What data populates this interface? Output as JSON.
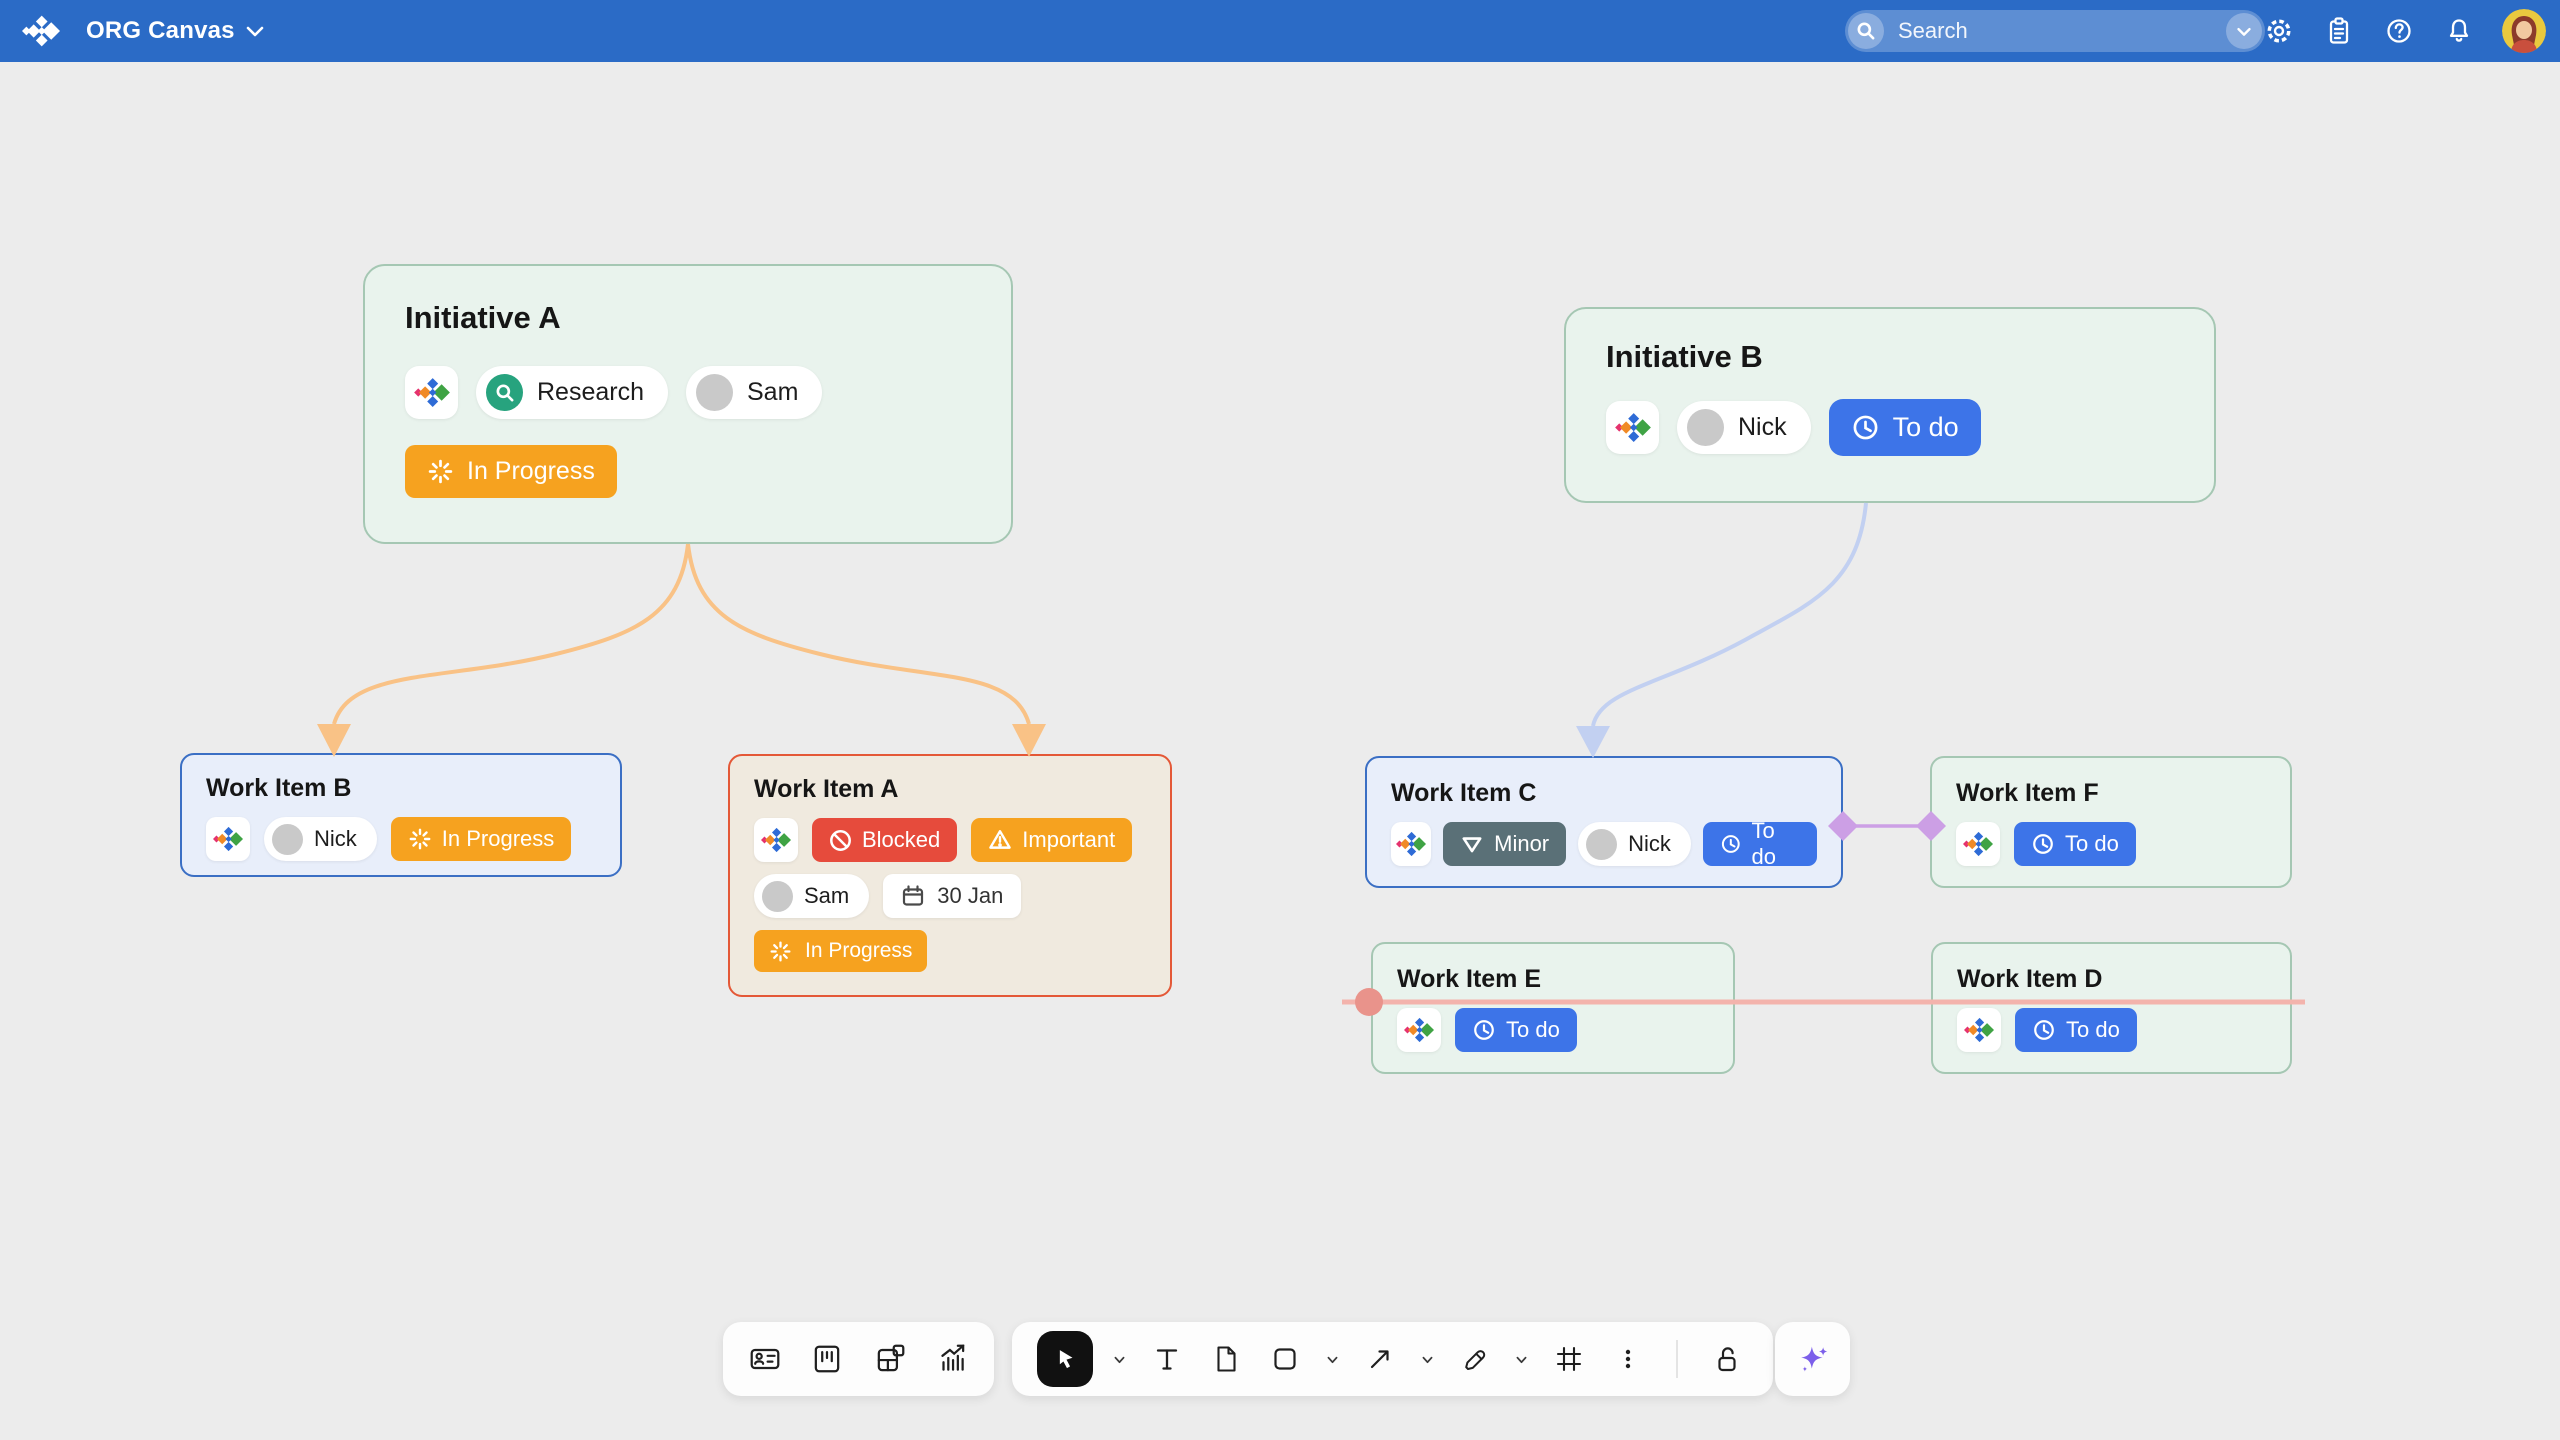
{
  "header": {
    "app_title": "ORG Canvas",
    "search_placeholder": "Search",
    "icon_names": [
      "settings-icon",
      "clipboard-icon",
      "help-icon",
      "notifications-icon",
      "user-avatar"
    ],
    "colors": {
      "bar": "#2B6BC6"
    }
  },
  "cards": {
    "initiative_a": {
      "title": "Initiative A",
      "label": "Research",
      "assignee": "Sam",
      "status": "In Progress"
    },
    "initiative_b": {
      "title": "Initiative B",
      "assignee": "Nick",
      "status": "To do"
    },
    "work_item_b": {
      "title": "Work Item B",
      "assignee": "Nick",
      "status": "In Progress"
    },
    "work_item_a": {
      "title": "Work Item A",
      "blocked": "Blocked",
      "important": "Important",
      "assignee": "Sam",
      "due": "30 Jan",
      "status": "In Progress"
    },
    "work_item_c": {
      "title": "Work Item C",
      "priority": "Minor",
      "assignee": "Nick",
      "status": "To do"
    },
    "work_item_f": {
      "title": "Work Item F",
      "status": "To do"
    },
    "work_item_e": {
      "title": "Work Item E",
      "status": "To do"
    },
    "work_item_d": {
      "title": "Work Item D",
      "status": "To do"
    }
  },
  "connectors": [
    {
      "from": "initiative_a",
      "to": "work_item_b",
      "style": "curved-arrow",
      "color": "#F9C286"
    },
    {
      "from": "initiative_a",
      "to": "work_item_a",
      "style": "curved-arrow",
      "color": "#F9C286"
    },
    {
      "from": "initiative_b",
      "to": "work_item_c",
      "style": "curved-arrow",
      "color": "#C2D0F1"
    },
    {
      "from": "work_item_c",
      "to": "work_item_f",
      "style": "diamond-ends-line",
      "color": "#CC9FE5"
    },
    {
      "from": "work_item_e",
      "to": "canvas-right",
      "style": "line-with-dot",
      "color": "#F3B3AC",
      "dot_color": "#E9938B"
    }
  ],
  "colors": {
    "canvas_bg": "#ECECEC",
    "initiative_bg": "#E9F3ED",
    "initiative_border": "#A5C7B3",
    "blue_card_bg": "#E8EEFA",
    "blue_card_border": "#3B6FC4",
    "orange_card_bg": "#F0EADF",
    "orange_card_border": "#E45837",
    "status_in_progress": "#F6A21F",
    "status_todo": "#3D74E8",
    "badge_blocked": "#E64B3C",
    "badge_important": "#F6A21F",
    "badge_minor": "#5A7077",
    "label_research_circle": "#27A37E",
    "ai_sparkle": "#7C5FEA"
  },
  "toolbar": {
    "group_cards_icons": [
      "id-card-icon",
      "kanban-board-icon",
      "widgets-layout-icon",
      "chart-icon"
    ],
    "group_tools_icons": [
      "cursor-select-icon",
      "text-tool-icon",
      "document-icon",
      "shape-rectangle-icon",
      "arrow-connector-icon",
      "pencil-icon",
      "frame-grid-icon",
      "more-kebab-icon",
      "unlock-icon"
    ],
    "active_tool": "cursor-select",
    "ai_button_icon": "sparkle-icon"
  }
}
